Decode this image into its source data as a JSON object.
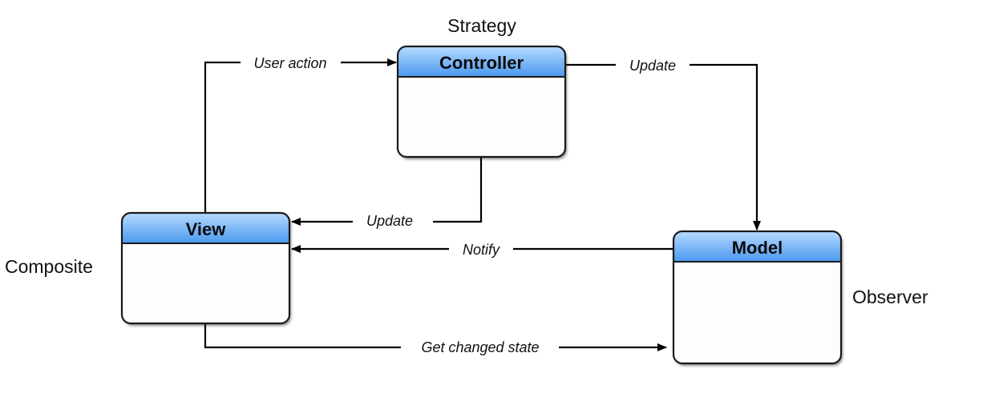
{
  "boxes": {
    "controller": {
      "title": "Controller",
      "pattern": "Strategy"
    },
    "view": {
      "title": "View",
      "pattern": "Composite"
    },
    "model": {
      "title": "Model",
      "pattern": "Observer"
    }
  },
  "edges": {
    "view_to_controller": "User action",
    "controller_to_model": "Update",
    "controller_to_view": "Update",
    "model_to_view": "Notify",
    "view_to_model": "Get changed state"
  },
  "colors": {
    "header_top": "#a9d2ff",
    "header_bottom": "#4d9df2",
    "box_body": "#fdfcff",
    "box_border": "#1a1a1a",
    "line": "#000000"
  }
}
